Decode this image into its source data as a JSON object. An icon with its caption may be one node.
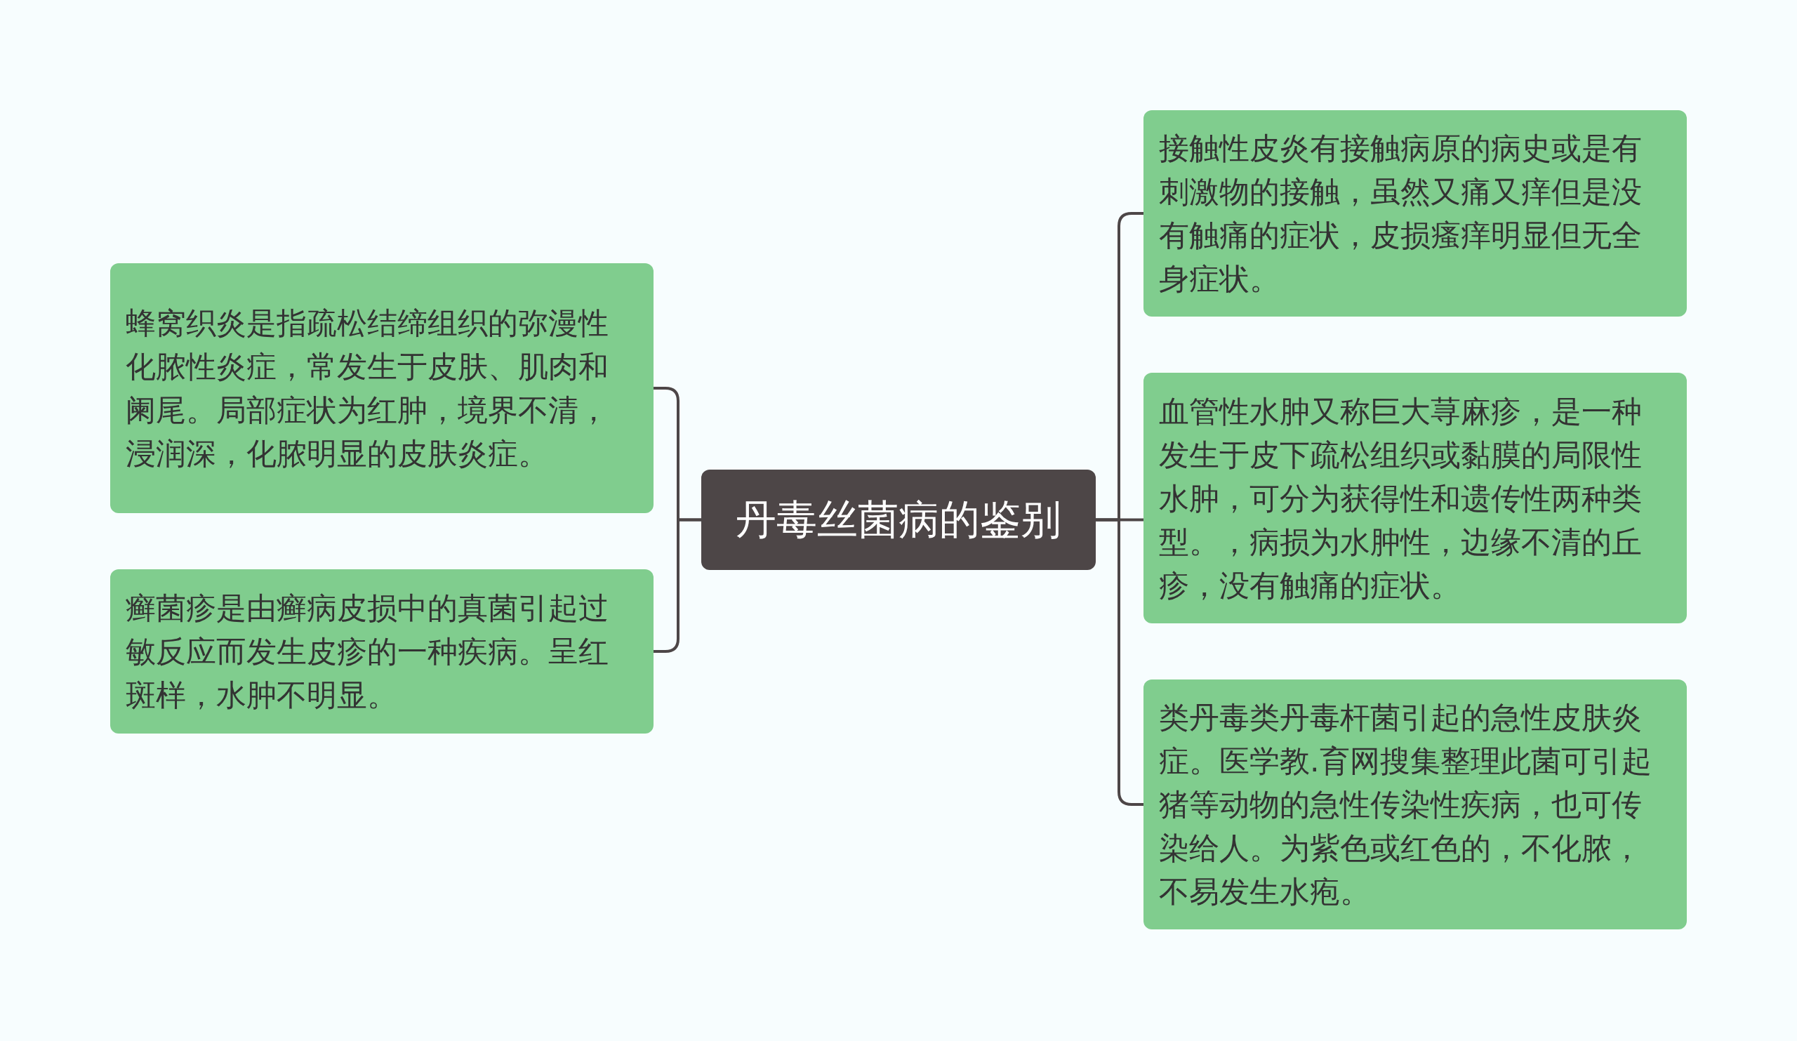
{
  "diagram": {
    "nodes": [
      {
        "text": [
          "丹毒丝菌病的鉴别"
        ]
      },
      {
        "text": [
          "蜂窝织炎是指疏松结缔组织的弥漫性化脓性炎症，常发生于皮肤、肌肉和阑尾。局部症状为红肿，境界不清，浸润深，化脓明显的皮肤炎症。"
        ]
      },
      {
        "text": [
          "癣菌疹是由癣病皮损中的真菌引起过敏反应而发生皮疹的一种疾病。呈红斑样，水肿不明显。"
        ]
      },
      {
        "text": [
          "接触性皮炎有接触病原的病史或是有刺激物的接触，虽然又痛又痒但是没有触痛的症状，皮损瘙痒明显但无全身症状。"
        ]
      },
      {
        "text": [
          "血管性水肿又称巨大荨麻疹，是一种发生于皮下疏松组织或黏膜的局限性水肿，可分为获得性和遗传性两种类型。，病损为水肿性，边缘不清的丘疹，没有触痛的症状。"
        ]
      },
      {
        "text": [
          "类丹毒类丹毒杆菌引起的急性皮肤炎症。医学教.育网搜集整理此菌可引起猪等动物的急性传染性疾病，也可传染给人。为紫色或红色的，不化脓，不易发生水疱。"
        ]
      }
    ],
    "edges": [
      {
        "from": 0,
        "to": 1,
        "arrow": "none"
      },
      {
        "from": 0,
        "to": 2,
        "arrow": "none"
      },
      {
        "from": 0,
        "to": 3,
        "arrow": "none"
      },
      {
        "from": 0,
        "to": 4,
        "arrow": "none"
      },
      {
        "from": 0,
        "to": 5,
        "arrow": "none"
      }
    ]
  }
}
